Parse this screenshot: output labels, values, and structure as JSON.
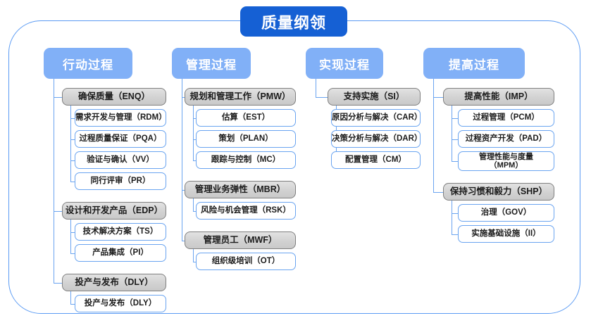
{
  "diagram": {
    "root_title": "质量纲领",
    "colors": {
      "root_fill": "#1560d4",
      "header_fill": "#81b0f7",
      "group_fill": "#d6d6d6",
      "group_border": "#7f7f7f",
      "leaf_border": "#6aa4f0",
      "frame_border": "#5b9bf3",
      "connector": "#6aa4f0",
      "background": "#ffffff"
    },
    "columns": [
      {
        "header": "行动过程",
        "groups": [
          {
            "label": "确保质量（ENQ）",
            "children": [
              "需求开发与管理（RDM）",
              "过程质量保证（PQA）",
              "验证与确认（VV）",
              "同行评审（PR）"
            ]
          },
          {
            "label": "设计和开发产品（EDP）",
            "children": [
              "技术解决方案（TS）",
              "产品集成（PI）"
            ]
          },
          {
            "label": "投产与发布（DLY）",
            "children": [
              "投产与发布（DLY）"
            ]
          }
        ]
      },
      {
        "header": "管理过程",
        "groups": [
          {
            "label": "规划和管理工作（PMW）",
            "children": [
              "估算（EST）",
              "策划（PLAN）",
              "跟踪与控制（MC）"
            ]
          },
          {
            "label": "管理业务弹性（MBR）",
            "children": [
              "风险与机会管理（RSK）"
            ]
          },
          {
            "label": "管理员工（MWF）",
            "children": [
              "组织级培训（OT）"
            ]
          }
        ]
      },
      {
        "header": "实现过程",
        "groups": [
          {
            "label": "支持实施（SI）",
            "children": [
              "原因分析与解决（CAR）",
              "决策分析与解决（DAR）",
              "配置管理（CM）"
            ]
          }
        ]
      },
      {
        "header": "提高过程",
        "groups": [
          {
            "label": "提高性能（IMP）",
            "children": [
              "过程管理（PCM）",
              "过程资产开发（PAD）",
              "管理性能与度量\n（MPM）"
            ]
          },
          {
            "label": "保持习惯和毅力（SHP）",
            "children": [
              "治理（GOV）",
              "实施基础设施（II）"
            ]
          }
        ]
      }
    ]
  }
}
